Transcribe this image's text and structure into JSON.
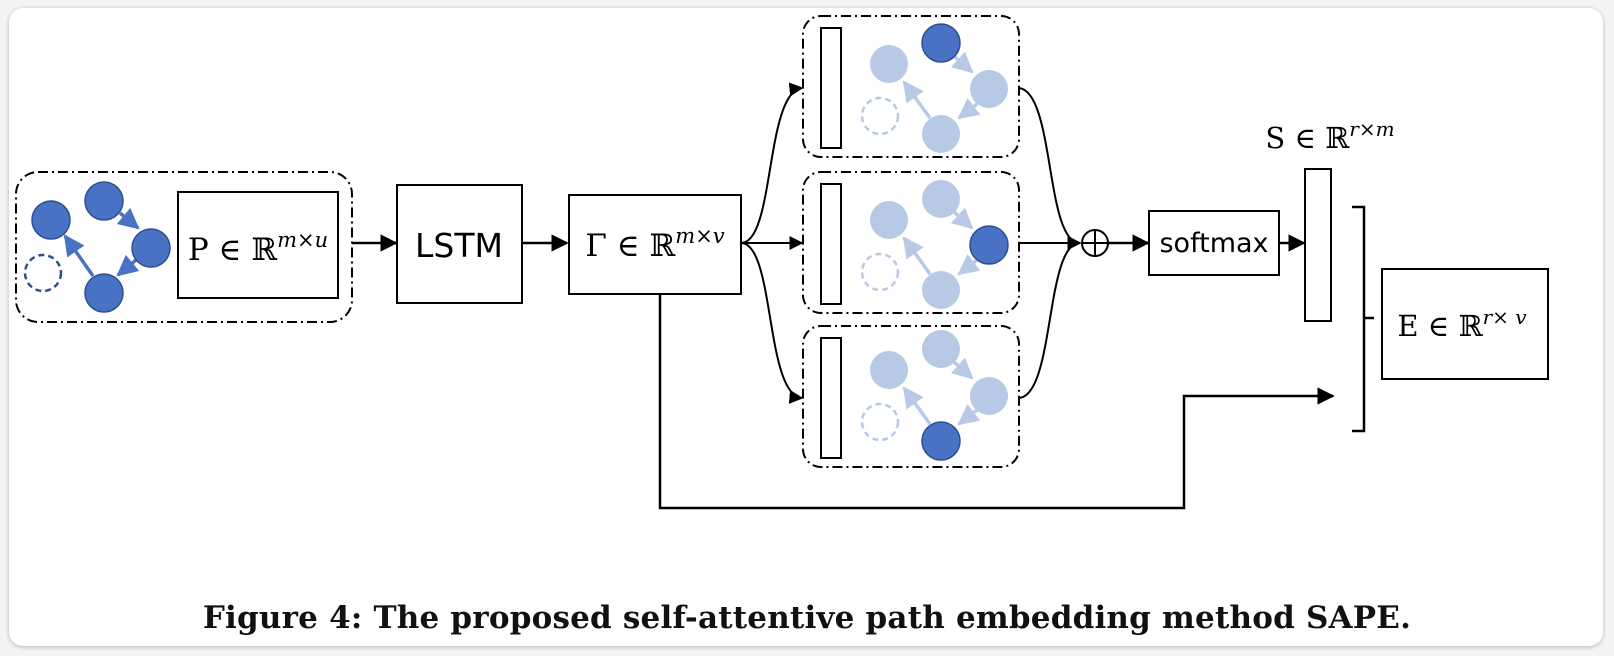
{
  "diagram": {
    "input_matrix": {
      "base": "P ∈ ℝ",
      "sup": "m×u"
    },
    "lstm_label": "LSTM",
    "hidden_matrix": {
      "base": "Γ ∈ ℝ",
      "sup": "m×v"
    },
    "plus_symbol": "⊕",
    "softmax_label": "softmax",
    "attention_matrix": {
      "base": "S ∈ ℝ",
      "sup": "r×m"
    },
    "embedding_matrix": {
      "base": "E ∈ ℝ",
      "sup": "r× v"
    },
    "colors": {
      "node_active": "#4a72c4",
      "node_faded": "#b8c9e6",
      "node_stroke": "#2f4f94",
      "edge_active": "#4a72c4",
      "edge_faded": "#b8c9e6",
      "line": "#000000"
    }
  },
  "caption": "Figure 4: The proposed self-attentive path embedding method SAPE."
}
